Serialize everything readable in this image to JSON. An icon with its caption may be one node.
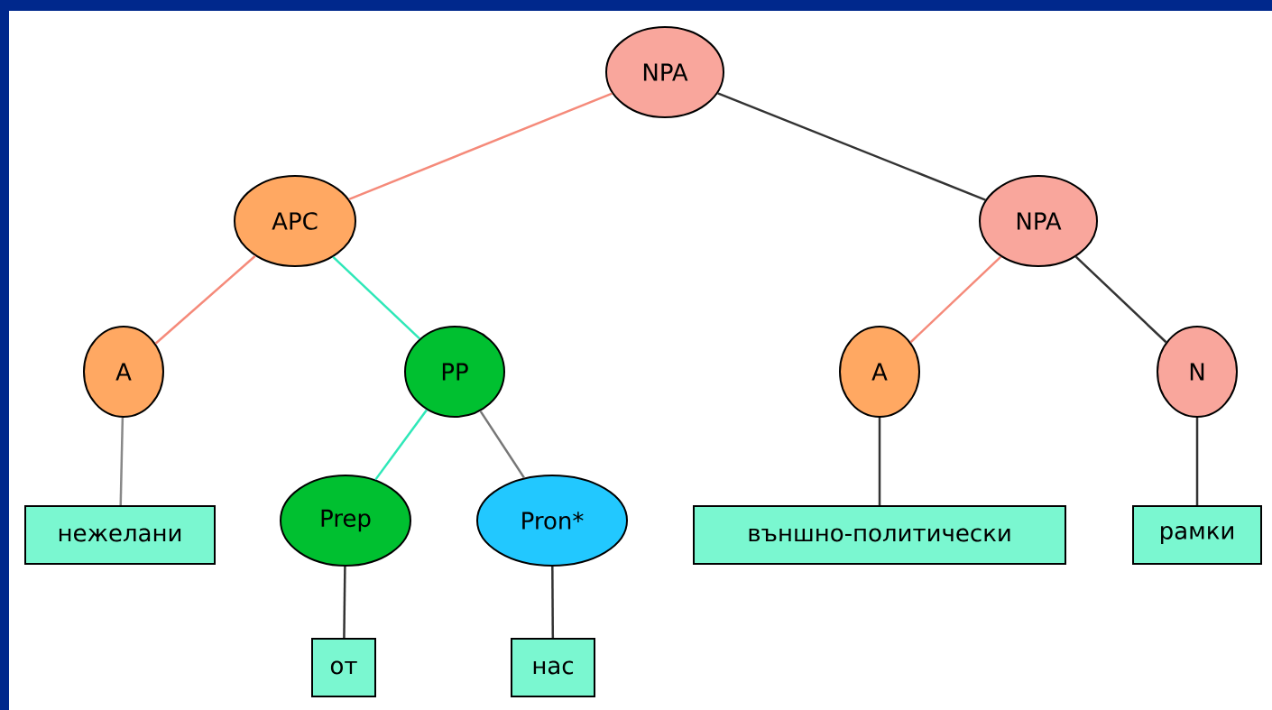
{
  "diagram": {
    "nodes": [
      {
        "text": [
          "NPA"
        ]
      },
      {
        "text": [
          "APC"
        ]
      },
      {
        "text": [
          "NPA"
        ]
      },
      {
        "text": [
          "A"
        ]
      },
      {
        "text": [
          "PP"
        ]
      },
      {
        "text": [
          "A"
        ]
      },
      {
        "text": [
          "N"
        ]
      },
      {
        "text": [
          "нежелани"
        ]
      },
      {
        "text": [
          "Prep"
        ]
      },
      {
        "text": [
          "Pron*"
        ]
      },
      {
        "text": [
          "външно-политически"
        ]
      },
      {
        "text": [
          "рамки"
        ]
      },
      {
        "text": [
          "от"
        ]
      },
      {
        "text": [
          "нас"
        ]
      }
    ],
    "edges": [
      {
        "from": 0,
        "to": 1,
        "arrow": "none",
        "color": "#f58a7a"
      },
      {
        "from": 0,
        "to": 2,
        "arrow": "none"
      },
      {
        "from": 1,
        "to": 3,
        "arrow": "none",
        "color": "#f58a7a"
      },
      {
        "from": 1,
        "to": 4,
        "arrow": "none",
        "color": "#2ee8b8"
      },
      {
        "from": 2,
        "to": 5,
        "arrow": "none",
        "color": "#f58a7a"
      },
      {
        "from": 2,
        "to": 6,
        "arrow": "none"
      },
      {
        "from": 3,
        "to": 7,
        "arrow": "none",
        "color": "#888888"
      },
      {
        "from": 4,
        "to": 8,
        "arrow": "none",
        "color": "#2ee8b8"
      },
      {
        "from": 4,
        "to": 9,
        "arrow": "none",
        "color": "#777777"
      },
      {
        "from": 5,
        "to": 10,
        "arrow": "none"
      },
      {
        "from": 6,
        "to": 11,
        "arrow": "none"
      },
      {
        "from": 8,
        "to": 12,
        "arrow": "none"
      },
      {
        "from": 9,
        "to": 13,
        "arrow": "none"
      }
    ]
  }
}
